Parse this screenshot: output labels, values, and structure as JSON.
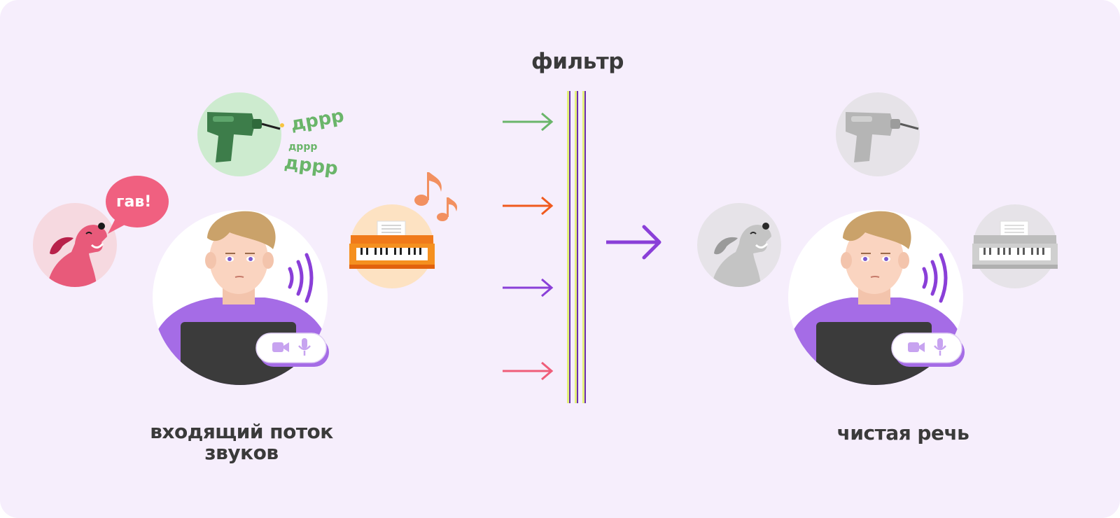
{
  "labels": {
    "filter": "фильтр",
    "incoming_line1": "входящий поток",
    "incoming_line2": "звуков",
    "clean_speech": "чистая речь"
  },
  "sounds": {
    "bark": "гав!",
    "drill_1": "дрpp",
    "drill_2": "дрpp",
    "drill_3": "дрpp"
  },
  "icons": {
    "input_side": [
      "dog-icon",
      "drill-icon",
      "piano-icon",
      "person-icon",
      "camera-icon",
      "microphone-icon",
      "sound-waves-icon",
      "music-notes-icon"
    ],
    "filter": [
      "arrow-right-icon",
      "filter-lines-icon"
    ],
    "output_side": [
      "dog-icon-muted",
      "drill-icon-muted",
      "piano-icon-muted",
      "person-icon",
      "camera-icon",
      "microphone-icon",
      "sound-waves-icon"
    ]
  },
  "colors": {
    "background": "#f6eefc",
    "accent": "#8a3fd8",
    "drill_green": "#6ab56a",
    "dog_pink": "#e85a7a",
    "piano_orange": "#f07a1a",
    "muted_gray": "#c9c9c9",
    "arrow_green": "#6ab56a",
    "arrow_orange": "#f05a1e",
    "arrow_purple": "#8a3fd8",
    "arrow_pink": "#ef5d79"
  }
}
